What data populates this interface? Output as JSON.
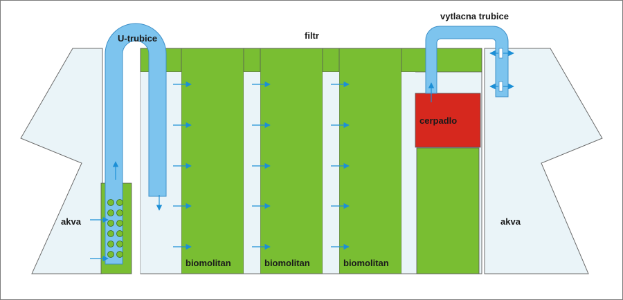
{
  "labels": {
    "u_tube": "U-trubice",
    "filter": "filtr",
    "discharge_tube": "vytlacna trubice",
    "pump": "cerpadlo",
    "aquarium_left": "akva",
    "aquarium_right": "akva",
    "media_1": "biomolitan",
    "media_2": "biomolitan",
    "media_3": "biomolitan"
  },
  "colors": {
    "water": "#eaf4f8",
    "outline": "#6a6a6a",
    "tube": "#7dc4ee",
    "tube_edge": "#3c8fc8",
    "media": "#79be32",
    "pump": "#d6281e",
    "arrow": "#1c8fd6",
    "frame": "#7a7a7a"
  }
}
